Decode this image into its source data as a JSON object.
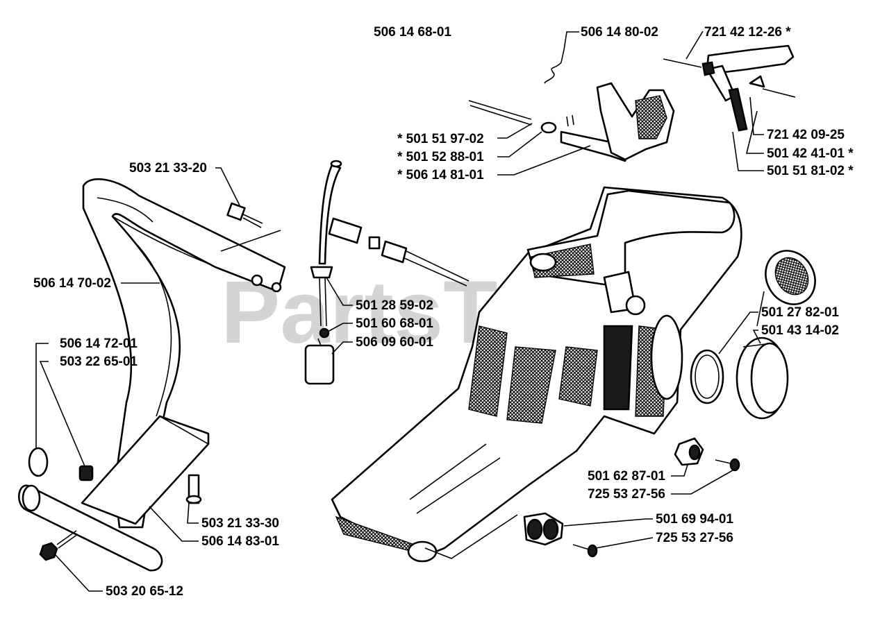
{
  "watermark": "PartsTree",
  "labels": {
    "l506146801": "506 14 68-01",
    "l506148002": "506 14 80-02",
    "l721421226": "721 42 12-26  *",
    "l501519702": "*  501 51 97-02",
    "l501528801": "*  501 52 88-01",
    "l506148101": "*  506 14 81-01",
    "l721420925": "721 42 09-25",
    "l501424101": "501 42 41-01  *",
    "l501518102": "501 51 81-02  *",
    "l503213320": "503 21 33-20",
    "l506147002": "506 14 70-02",
    "l501285902": "501 28 59-02",
    "l501606801": "501 60 68-01",
    "l506096001": "506 09 60-01",
    "l501278201": "501 27 82-01",
    "l501431402": "501 43 14-02",
    "l506147201": "506 14 72-01",
    "l503226501": "503 22 65-01",
    "l501628701": "501 62 87-01",
    "l725532756a": "725 53 27-56",
    "l503213330": "503 21 33-30",
    "l506148301": "506 14 83-01",
    "l501699401": "501 69 94-01",
    "l725532756b": "725 53 27-56",
    "l503206512": "503 20 65-12"
  }
}
